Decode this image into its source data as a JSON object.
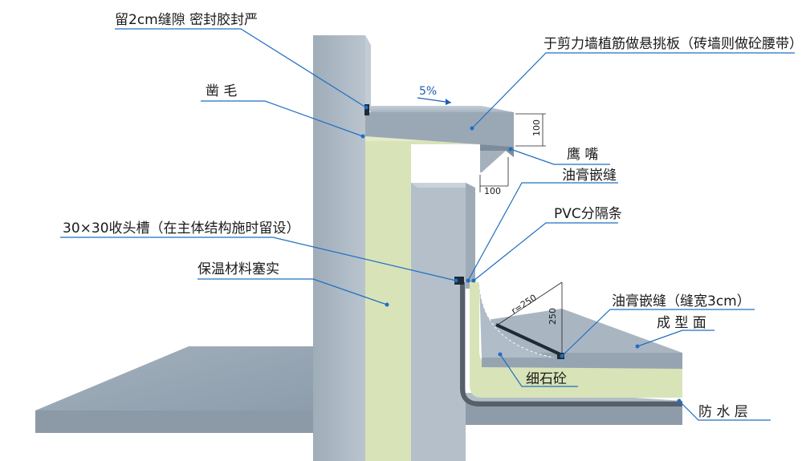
{
  "diagram": {
    "labels": {
      "gap_seal": "留2cm缝隙 密封胶封严",
      "chisel": "凿 毛",
      "cantilever": "于剪力墙植筋做悬挑板（砖墙则做砼腰带）",
      "drip": "鹰 嘴",
      "sealant_joint": "油膏嵌缝",
      "groove": "30×30收头槽（在主体结构施时留设）",
      "pvc": "PVC分隔条",
      "insulation": "保温材料塞实",
      "sealant_joint_width": "油膏嵌缝（缝宽3cm）",
      "forming_surface": "成 型 面",
      "fine_concrete": "细石砼",
      "waterproof": "防 水 层"
    },
    "dimensions": {
      "slope": "5%",
      "slab_thickness": "100",
      "drip_width": "100",
      "radius": "r=250",
      "height": "250"
    },
    "colors": {
      "concrete": "#a9b6c2",
      "concrete_dark": "#8796a4",
      "insulation": "#d9e3b8",
      "leader": "#1f6fc2"
    }
  }
}
